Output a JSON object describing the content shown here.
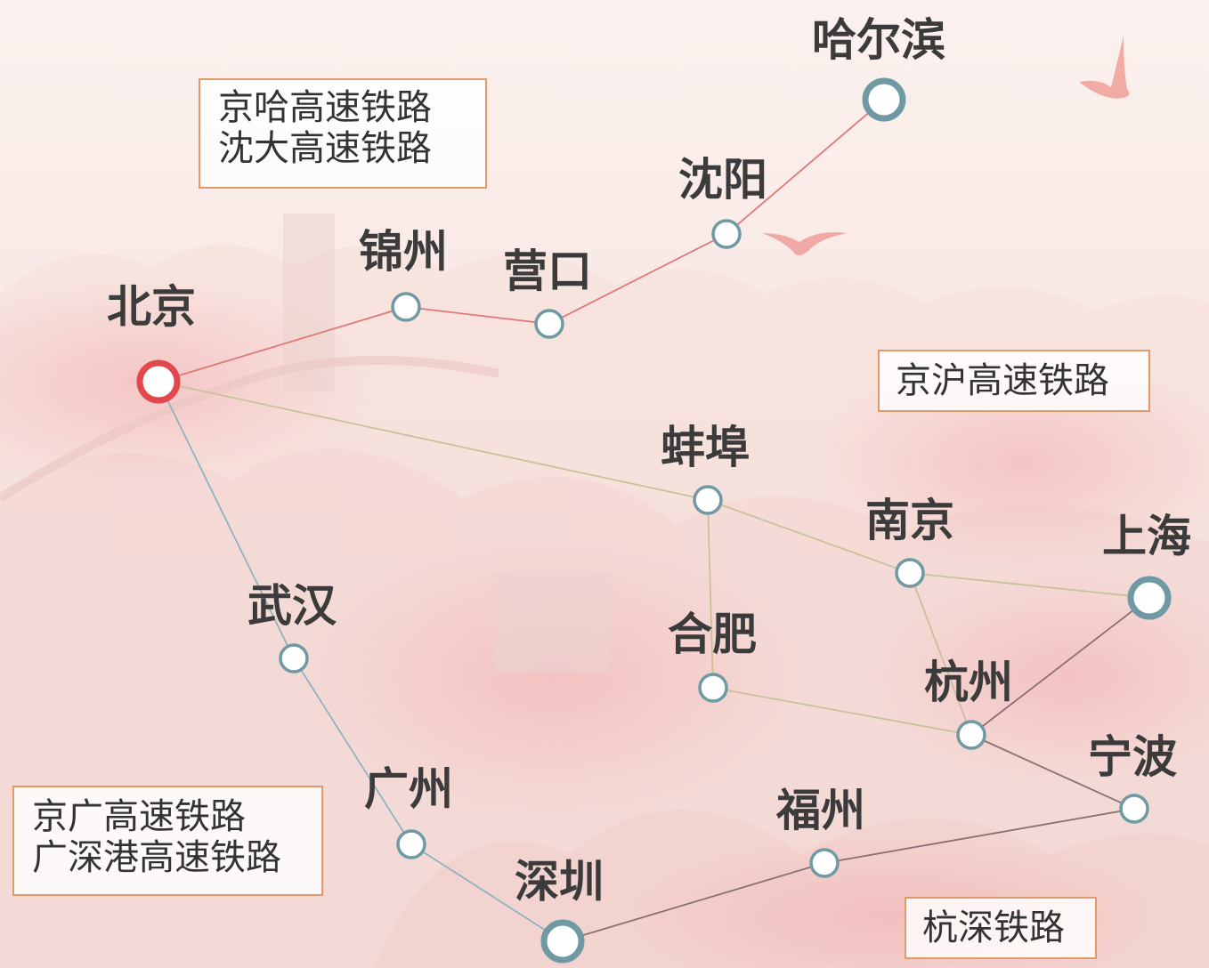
{
  "colors": {
    "jingha_line": "#e07878",
    "jinghu_line": "#c9c199",
    "jinggang_line": "#8fb3c0",
    "hangshen_line": "#8a7070",
    "major_node_ring": "#6f9aa3",
    "beijing_ring": "#e0484d",
    "box_border": "#e39a6a"
  },
  "legend": {
    "jingha": [
      "京哈高速铁路",
      "沈大高速铁路"
    ],
    "jinghu": [
      "京沪高速铁路"
    ],
    "jinggang": [
      "京广高速铁路",
      "广深港高速铁路"
    ],
    "hangshen": [
      "杭深铁路"
    ]
  },
  "cities": {
    "harbin": "哈尔滨",
    "shenyang": "沈阳",
    "yingkou": "营口",
    "jinzhou": "锦州",
    "beijing": "北京",
    "bengbu": "蚌埠",
    "nanjing": "南京",
    "shanghai": "上海",
    "hefei": "合肥",
    "hangzhou": "杭州",
    "ningbo": "宁波",
    "fuzhou": "福州",
    "shenzhen": "深圳",
    "guangzhou": "广州",
    "wuhan": "武汉"
  }
}
